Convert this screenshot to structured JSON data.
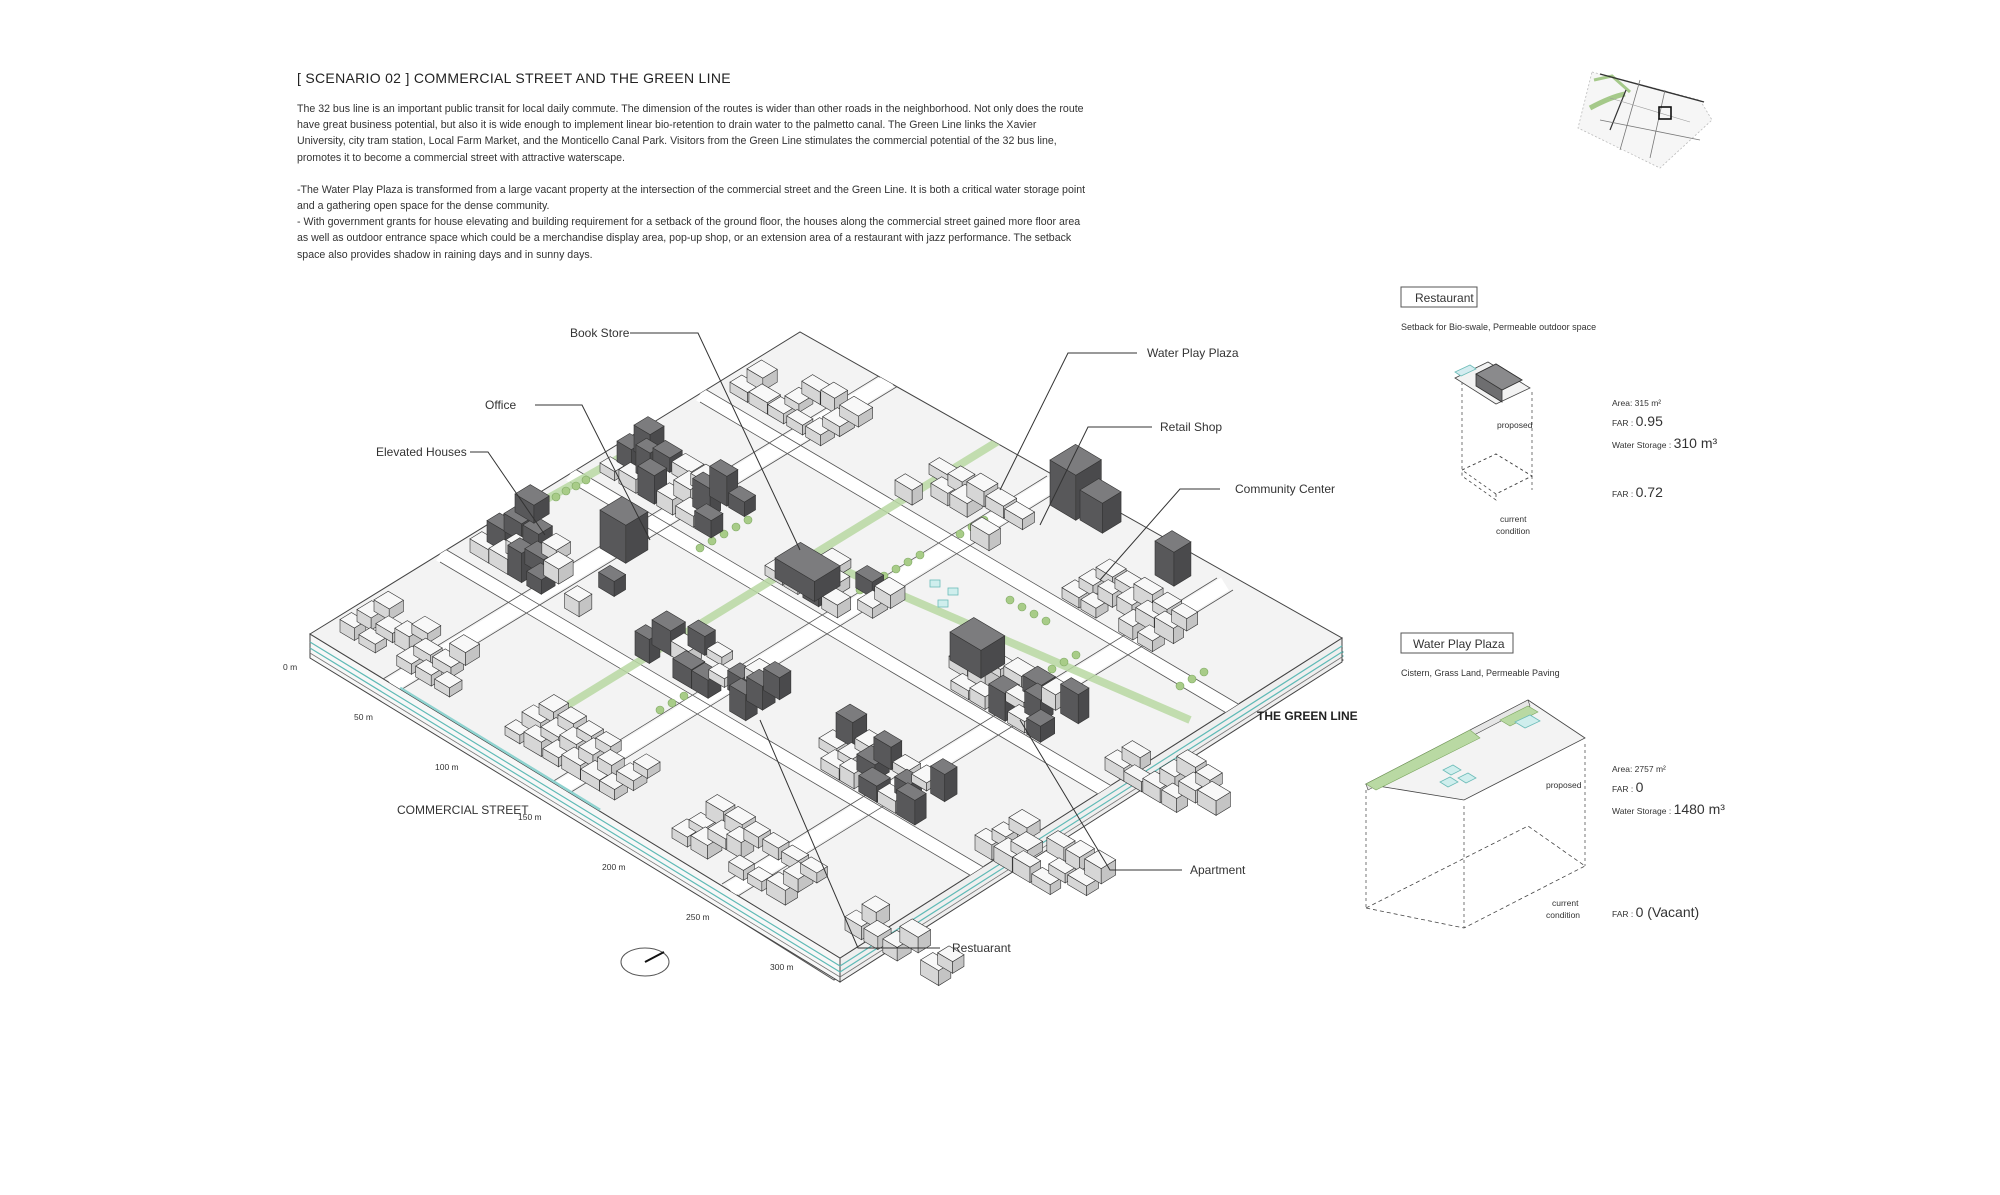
{
  "title": "[ SCENARIO 02 ] COMMERCIAL STREET AND THE GREEN LINE",
  "paragraphs": [
    "The 32 bus line is an important public transit for local daily commute. The dimension of the routes is wider than other roads in the neighborhood. Not only does the route have great business potential, but also it is wide enough to implement linear bio-retention to drain water to the palmetto canal.  The Green Line links the Xavier University, city tram station, Local Farm Market, and the Monticello Canal Park. Visitors from the Green Line stimulates the commercial potential of the 32 bus line, promotes it to become a commercial street with attractive waterscape.",
    "-The Water Play Plaza is transformed from a large vacant property at the intersection of the commercial street and the Green Line. It is both a critical water storage point and a gathering open space for the dense community.",
    "- With government grants for house elevating and building requirement for a setback of the ground floor, the houses along the commercial street gained more floor area as well as outdoor entrance space which could be a merchandise display area, pop-up shop, or an extension area of a restaurant with jazz performance. The setback space also provides shadow in raining days and in sunny days."
  ],
  "callouts": {
    "book_store": "Book Store",
    "office": "Office",
    "elevated_houses": "Elevated Houses",
    "water_play_plaza": "Water Play Plaza",
    "retail_shop": "Retail Shop",
    "community_center": "Community Center",
    "apartment": "Apartment",
    "restaurant": "Restuarant"
  },
  "street_labels": {
    "commercial_street": "COMMERCIAL STREET",
    "green_line": "THE GREEN LINE"
  },
  "scale_ticks": [
    "0 m",
    "50 m",
    "100 m",
    "150 m",
    "200 m",
    "250 m",
    "300 m"
  ],
  "panel_restaurant": {
    "heading": "Restaurant",
    "subtitle": "Setback for Bio-swale, Permeable outdoor space",
    "proposed_label": "proposed",
    "current_label_1": "current",
    "current_label_2": "condition",
    "area_label": "Area: 315 m²",
    "far_label": "FAR : ",
    "far_value": "0.95",
    "water_label": "Water Storage : ",
    "water_value": "310 m³",
    "current_far_label": "FAR : ",
    "current_far_value": "0.72"
  },
  "panel_plaza": {
    "heading": "Water Play Plaza",
    "subtitle": "Cistern, Grass Land, Permeable Paving",
    "proposed_label": "proposed",
    "current_label_1": "current",
    "current_label_2": "condition",
    "area_label": "Area: 2757 m²",
    "far_label": "FAR : ",
    "far_value": "0",
    "water_label": "Water Storage : ",
    "water_value": "1480 m³",
    "current_far_label": "FAR : ",
    "current_far_value": "0 (Vacant)"
  },
  "colors": {
    "building_dark": "#6e6e70",
    "building_light": "#ececec",
    "ground": "#f2f2f2",
    "green": "#9cc27a",
    "water": "#8fd3d0",
    "line": "#333333"
  }
}
